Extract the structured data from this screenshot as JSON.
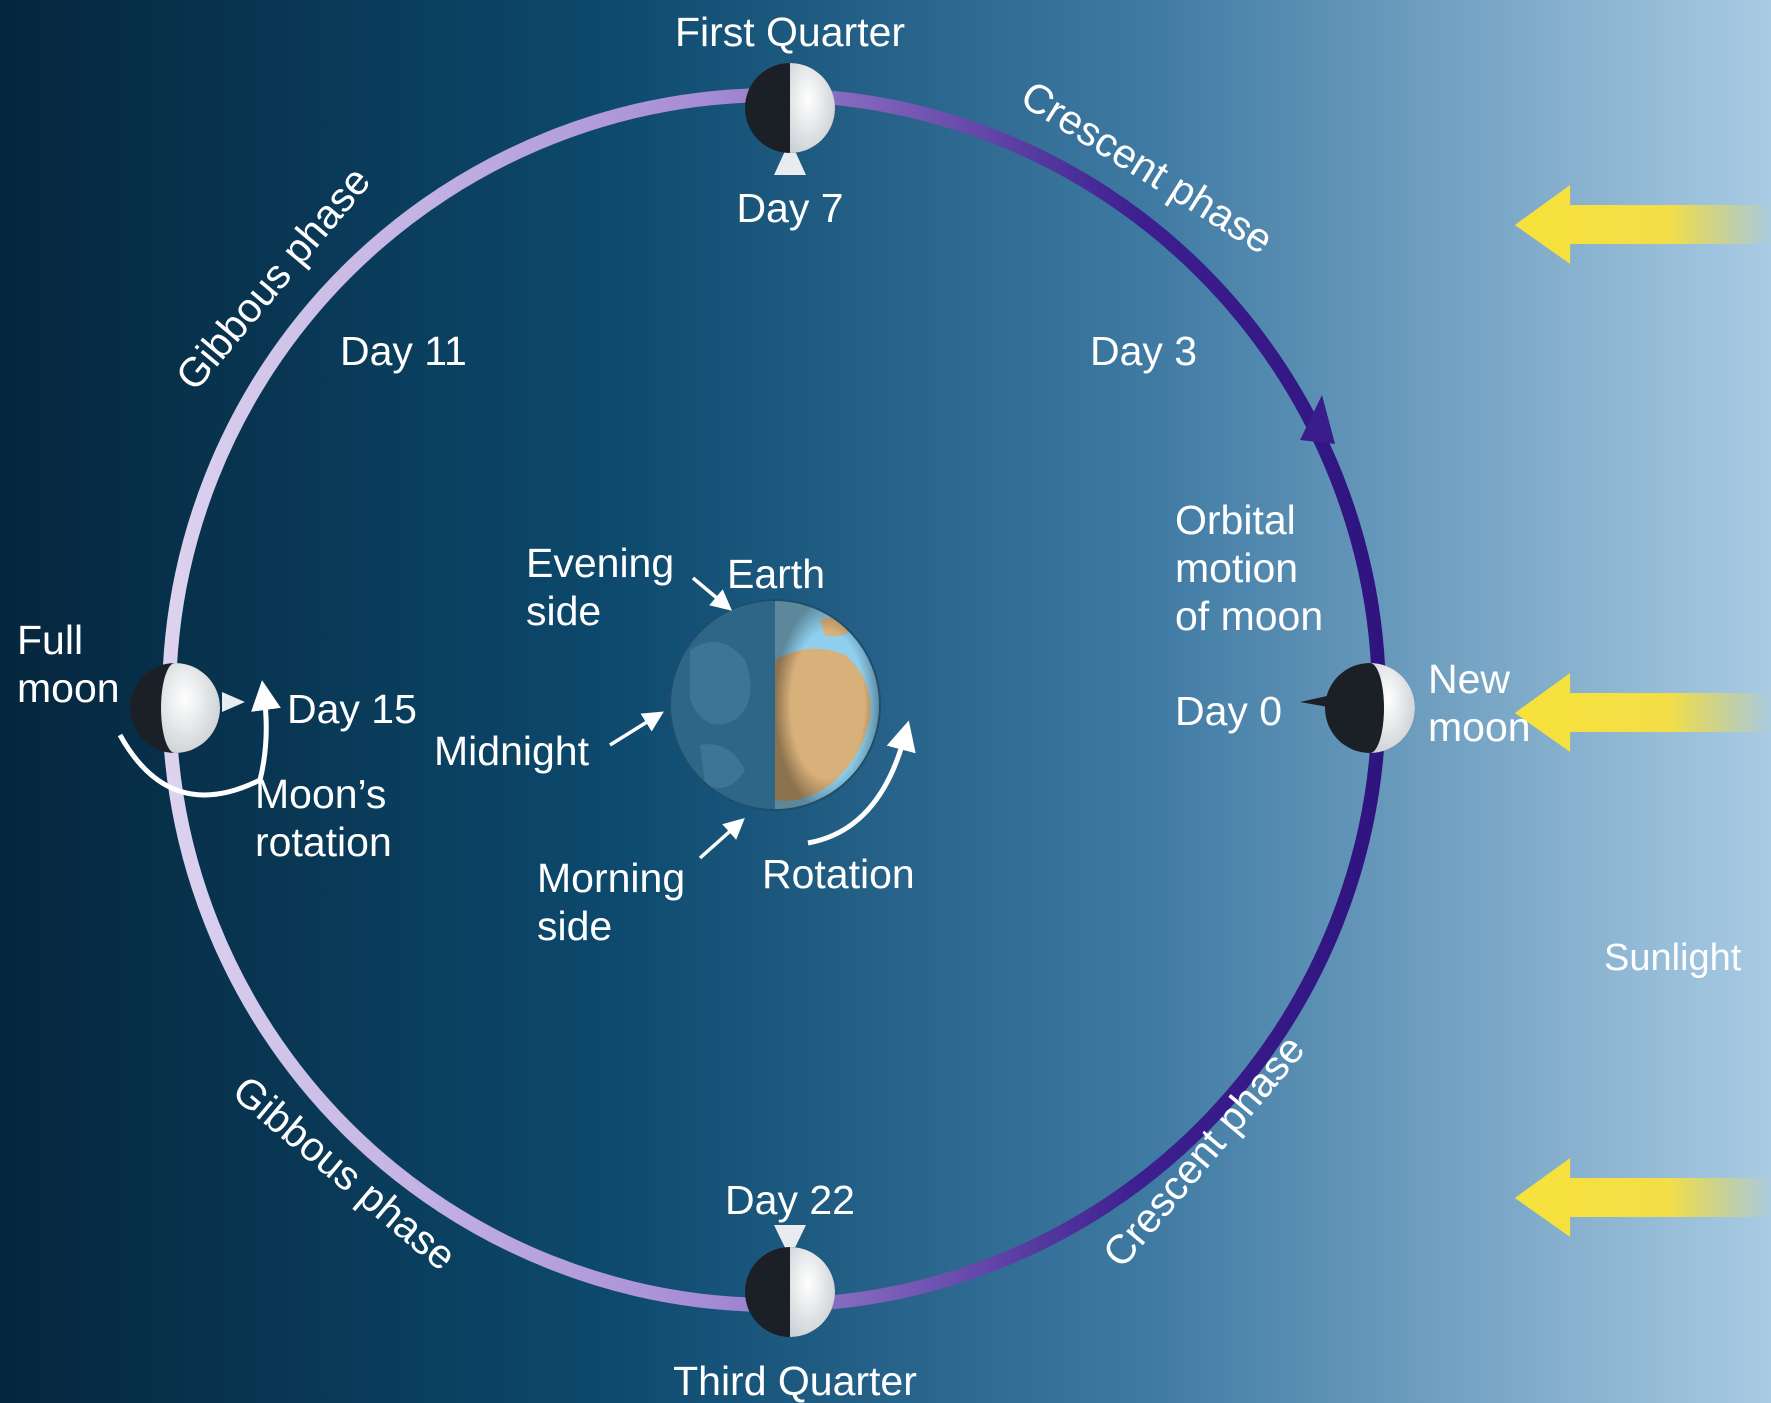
{
  "labels": {
    "first_quarter": "First Quarter",
    "third_quarter": "Third Quarter",
    "day_7": "Day 7",
    "day_3": "Day 3",
    "day_11": "Day 11",
    "day_0": "Day 0",
    "day_15": "Day 15",
    "day_22": "Day 22",
    "crescent_phase_top": "Crescent phase",
    "crescent_phase_bottom": "Crescent phase",
    "gibbous_phase_top": "Gibbous phase",
    "gibbous_phase_bottom": "Gibbous phase",
    "orbital_motion": [
      "Orbital",
      "motion",
      "of moon"
    ],
    "new_moon": [
      "New",
      "moon"
    ],
    "full_moon": [
      "Full",
      "moon"
    ],
    "moons_rotation": [
      "Moon’s",
      "rotation"
    ],
    "evening_side": [
      "Evening",
      "side"
    ],
    "earth": "Earth",
    "midnight": "Midnight",
    "morning_side": [
      "Morning",
      "side"
    ],
    "rotation": "Rotation",
    "sunlight": "Sunlight"
  },
  "colors": {
    "background_dark": "#06304c",
    "background_light": "#9cc3de",
    "orbit_dark": "#3a1c8a",
    "orbit_light": "#d9cfec",
    "sun_arrow": "#f4e13a",
    "earth_ocean": "#2f6f92",
    "earth_land": "#d8b07a",
    "earth_day_ocean": "#8fd0ee"
  }
}
